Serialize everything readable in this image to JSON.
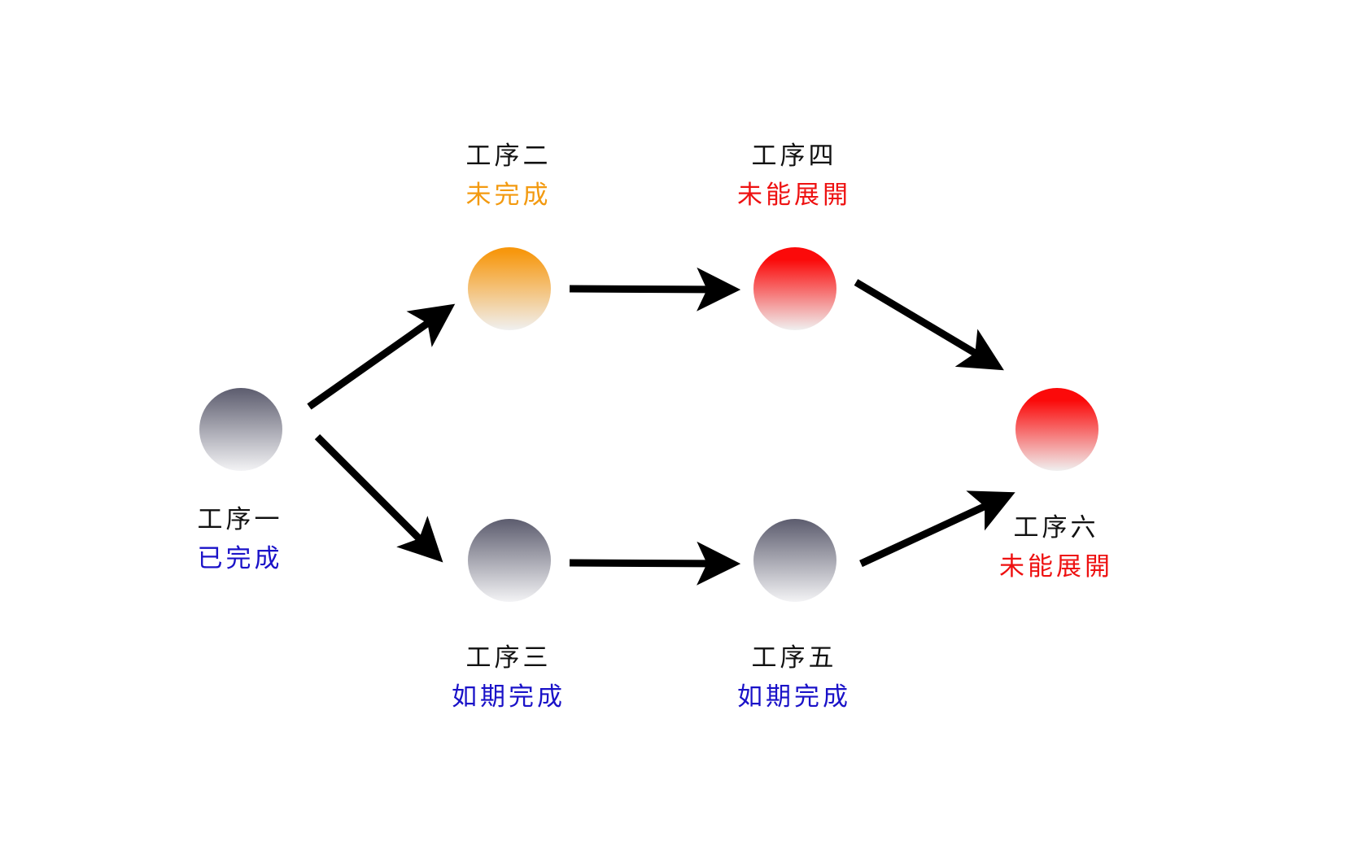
{
  "colors": {
    "status_done": "#1a12c8",
    "status_pending": "#f39a10",
    "status_blocked": "#ee1111",
    "node_gray_top": "#5c5c6e",
    "node_gray_bottom": "#f3f3f5",
    "node_orange_top": "#f7970d",
    "node_red_top": "#fb0a0a",
    "node_light_bottom": "#f0f0f0",
    "arrow": "#000000"
  },
  "processes": [
    {
      "id": "p1",
      "name": "工序一",
      "status": "已完成",
      "status_type": "done",
      "node_color": "gray"
    },
    {
      "id": "p2",
      "name": "工序二",
      "status": "未完成",
      "status_type": "pending",
      "node_color": "orange"
    },
    {
      "id": "p3",
      "name": "工序三",
      "status": "如期完成",
      "status_type": "done",
      "node_color": "gray"
    },
    {
      "id": "p4",
      "name": "工序四",
      "status": "未能展開",
      "status_type": "blocked",
      "node_color": "red"
    },
    {
      "id": "p5",
      "name": "工序五",
      "status": "如期完成",
      "status_type": "done",
      "node_color": "gray"
    },
    {
      "id": "p6",
      "name": "工序六",
      "status": "未能展開",
      "status_type": "blocked",
      "node_color": "red"
    }
  ],
  "edges": [
    {
      "from": "p1",
      "to": "p2"
    },
    {
      "from": "p1",
      "to": "p3"
    },
    {
      "from": "p2",
      "to": "p4"
    },
    {
      "from": "p3",
      "to": "p5"
    },
    {
      "from": "p4",
      "to": "p6"
    },
    {
      "from": "p5",
      "to": "p6"
    }
  ]
}
